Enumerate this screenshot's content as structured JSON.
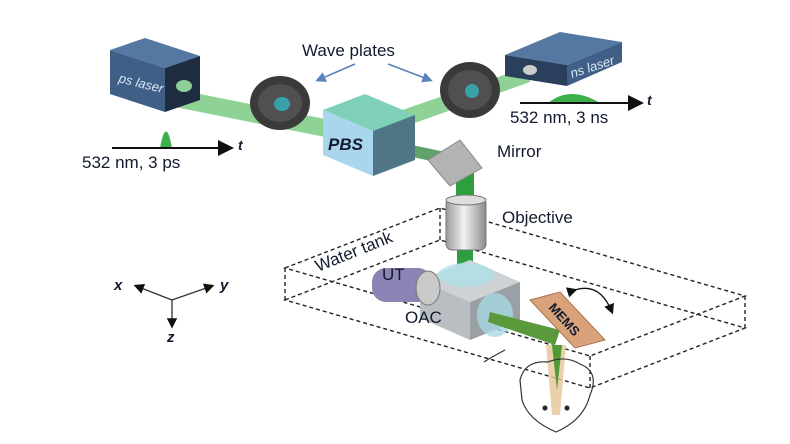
{
  "diagram": {
    "title": "Photoacoustic microscopy optical setup",
    "labels": {
      "wave_plates": "Wave plates",
      "ps_laser": "ps laser",
      "ns_laser": "ns laser",
      "ps_pulse": "532 nm, 3 ps",
      "ns_pulse": "532 nm, 3 ns",
      "time_axis": "t",
      "pbs": "PBS",
      "mirror": "Mirror",
      "objective": "Objective",
      "water_tank": "Water tank",
      "ut": "UT",
      "oac": "OAC",
      "mems": "MEMS",
      "axis_x": "x",
      "axis_y": "y",
      "axis_z": "z"
    },
    "colors": {
      "laser_body": "#3f5f86",
      "beam": "#2e9e3e",
      "pbs_cube": "#8fd8c8",
      "pbs_front": "#a9d6ec",
      "mems": "#d9a27a",
      "ut": "#8c84b4",
      "text": "#111a2e"
    }
  }
}
